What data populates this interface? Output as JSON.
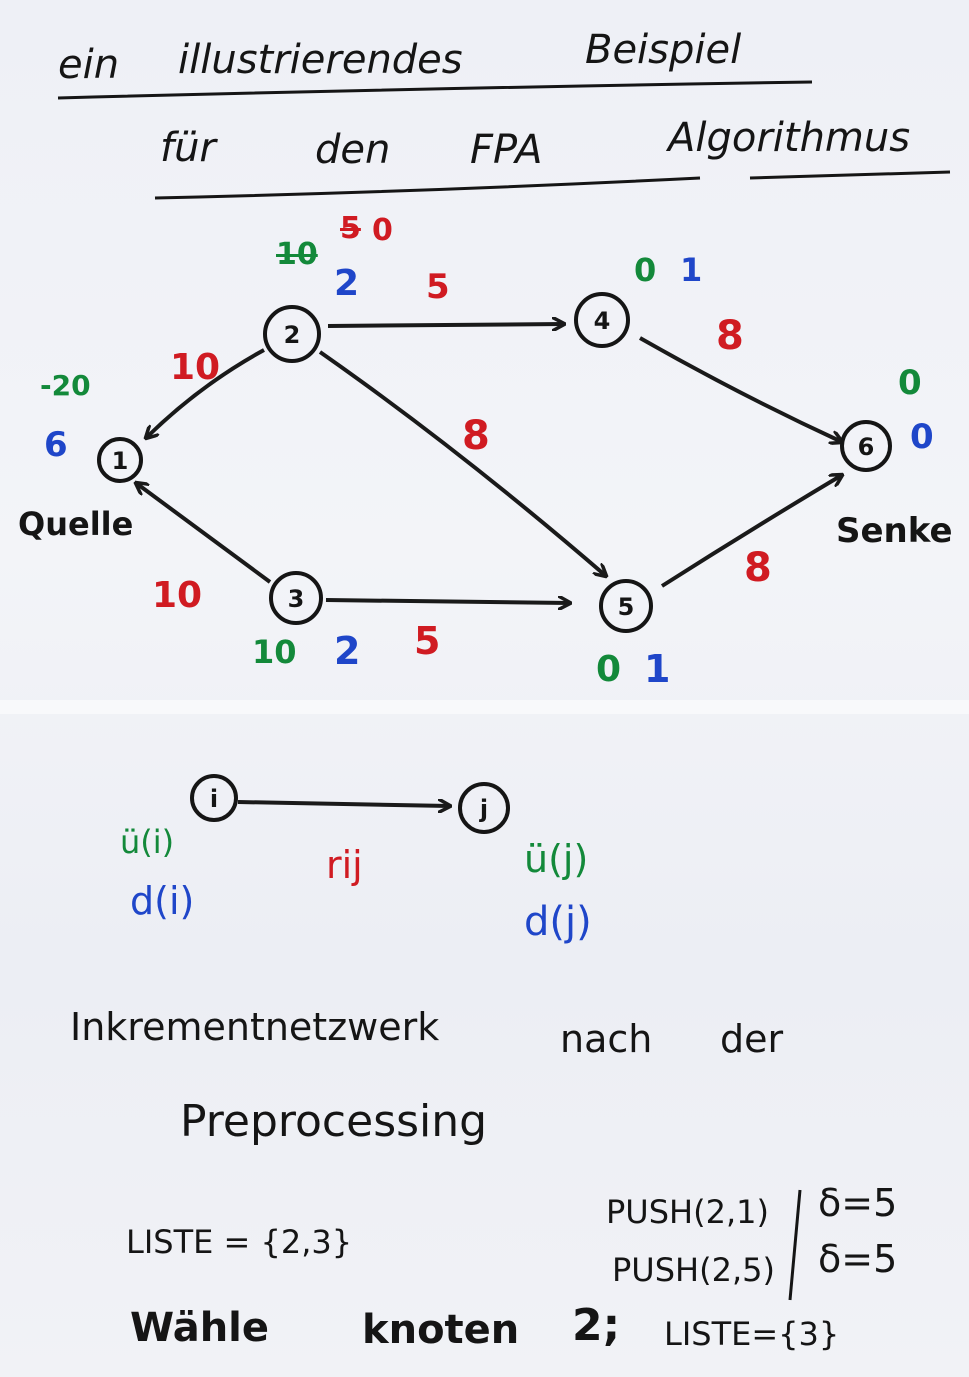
{
  "title": {
    "line1": [
      "ein",
      "illustrierendes",
      "Beispiel"
    ],
    "line2": [
      "für",
      "den",
      "FPA",
      "Algorithmus"
    ]
  },
  "nodes": [
    {
      "id": "1",
      "label": "1",
      "u": "-20",
      "d": "6",
      "name": "Quelle"
    },
    {
      "id": "2",
      "label": "2",
      "u_struck": "10",
      "u_struck2": "5",
      "u": "0",
      "d": "2"
    },
    {
      "id": "3",
      "label": "3",
      "u": "10",
      "d": "2"
    },
    {
      "id": "4",
      "label": "4",
      "u": "0",
      "d": "1"
    },
    {
      "id": "5",
      "label": "5",
      "u": "0",
      "d": "1"
    },
    {
      "id": "6",
      "label": "6",
      "u": "0",
      "d": "0",
      "name": "Senke"
    }
  ],
  "edges": [
    {
      "from": "2",
      "to": "1",
      "r": "10"
    },
    {
      "from": "3",
      "to": "1",
      "r": "10"
    },
    {
      "from": "2",
      "to": "4",
      "r": "5"
    },
    {
      "from": "2",
      "to": "5",
      "r": "8"
    },
    {
      "from": "3",
      "to": "5",
      "r": "5"
    },
    {
      "from": "4",
      "to": "6",
      "r": "8"
    },
    {
      "from": "5",
      "to": "6",
      "r": "8"
    }
  ],
  "legend": {
    "node_i": "i",
    "node_j": "j",
    "u_i": "ü(i)",
    "d_i": "d(i)",
    "r_ij": "rij",
    "u_j": "ü(j)",
    "d_j": "d(j)"
  },
  "text": {
    "heading_words": [
      "Inkrementnetzwerk",
      "nach",
      "der"
    ],
    "preprocessing": "Preprocessing",
    "liste": "LISTE = {2,3}",
    "push1": "PUSH(2,1)",
    "delta1": "δ=5",
    "push2": "PUSH(2,5)",
    "delta2": "δ=5",
    "waehle": "Wähle",
    "knoten": "knoten",
    "two": "2;",
    "liste2": "LISTE={3}"
  },
  "colors": {
    "ink_black": "#151515",
    "ink_red": "#d01b22",
    "ink_green": "#13893a",
    "ink_blue": "#1f46c9"
  }
}
